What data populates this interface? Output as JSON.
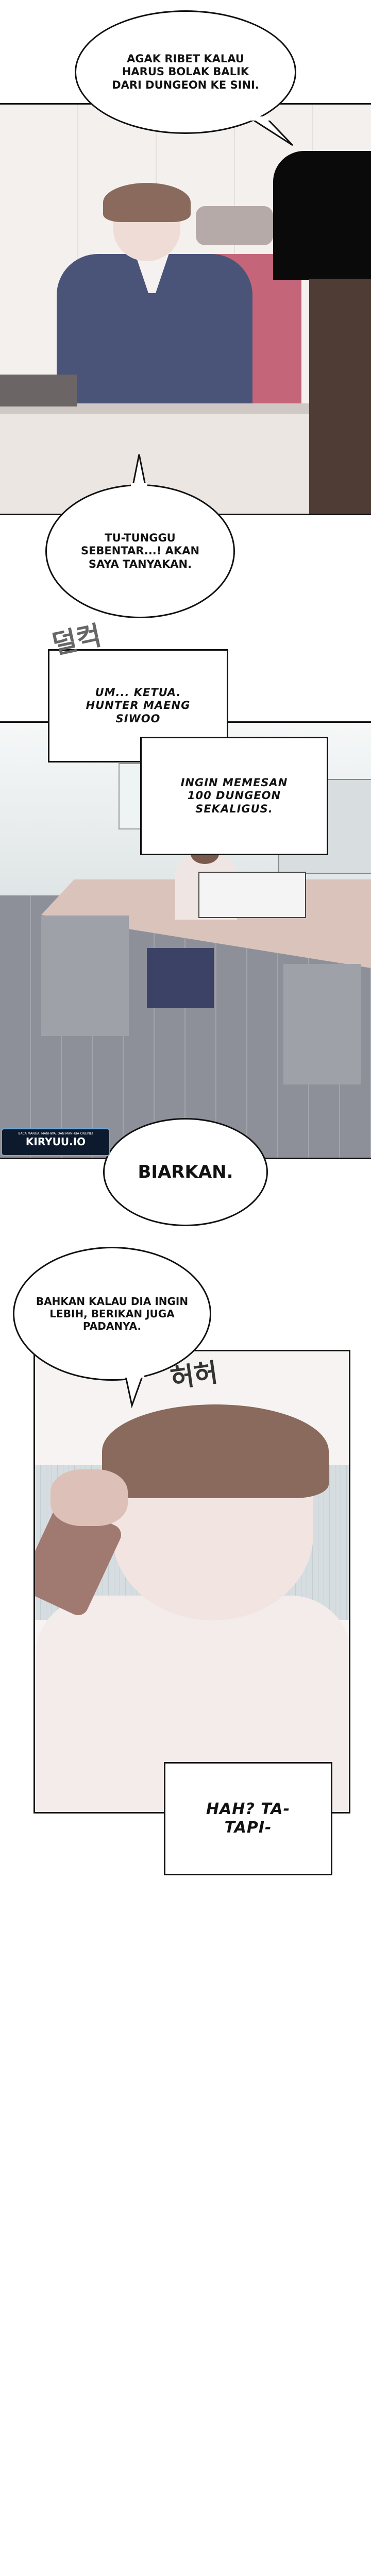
{
  "bubbles": [
    {
      "id": "b1",
      "text": "AGAK RIBET KALAU HARUS BOLAK BALIK DARI DUNGEON KE SINI."
    },
    {
      "id": "b2",
      "text": "TU-TUNGGU SEBENTAR...! AKAN SAYA TANYAKAN."
    },
    {
      "id": "b3",
      "text": "UM... KETUA. HUNTER MAENG SIWOO"
    },
    {
      "id": "b4",
      "text": "INGIN MEMESAN 100 DUNGEON SEKALIGUS."
    },
    {
      "id": "b5",
      "text": "BIARKAN."
    },
    {
      "id": "b6",
      "text": "BAHKAN KALAU DIA INGIN LEBIH, BERIKAN JUGA PADANYA."
    },
    {
      "id": "b7",
      "text": "HAH? TA-TAPI-"
    }
  ],
  "sfx": {
    "phone_click": "덜컥",
    "laugh": "허허"
  },
  "watermark": {
    "tagline": "BACA MANGA, MANHWA, DAN MANHUA ONLINE!",
    "brand": "KIRYUU.IO"
  },
  "colors": {
    "suit": "#4a5378",
    "chair": "#b8566a",
    "office_floor": "#8e9099",
    "hair": "#8a6a5c",
    "skin": "#f0dcd6",
    "watermark_bg": "#0d1a2e",
    "watermark_border": "#6fa8dc"
  }
}
